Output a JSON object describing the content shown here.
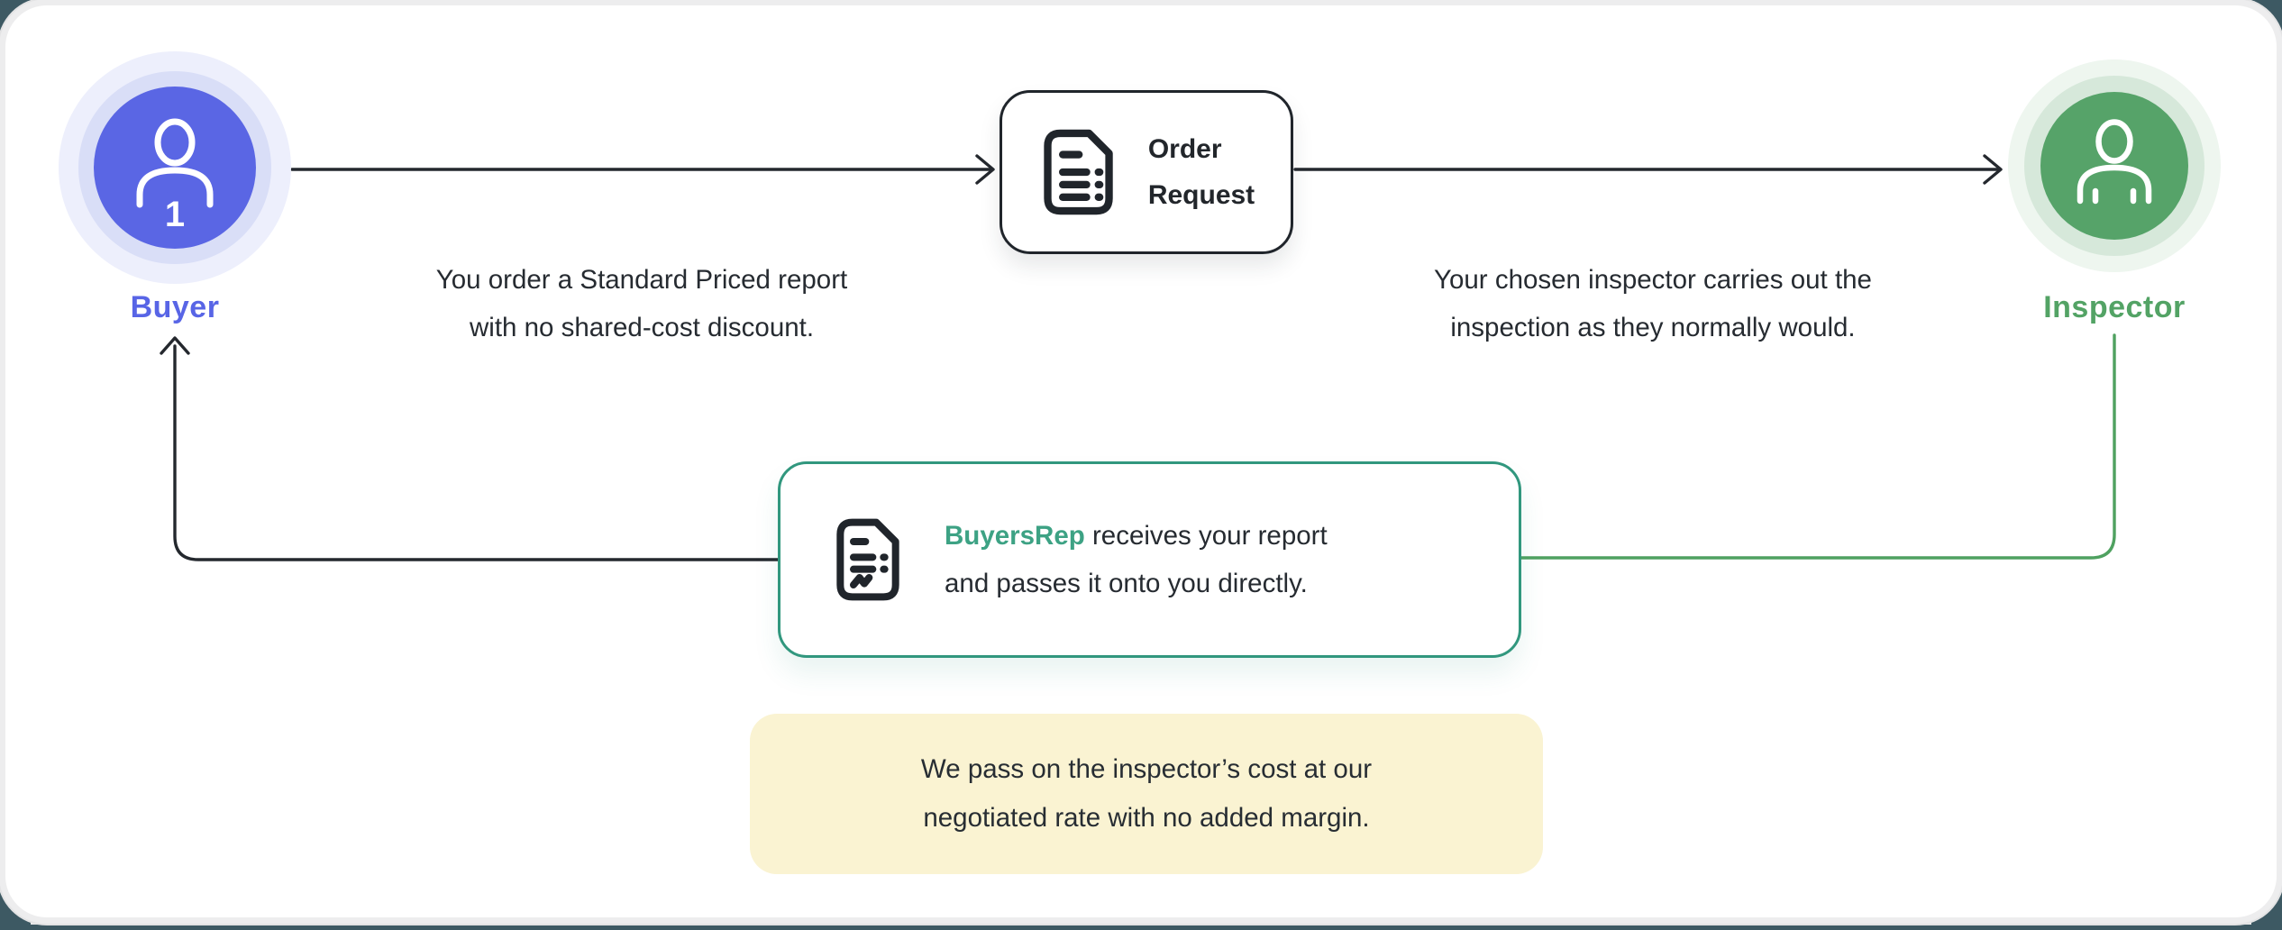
{
  "canvas": {
    "outer_bg": "#3d5963",
    "card_bg": "#ffffff",
    "bottom_strip_color": "#e9e9ea"
  },
  "buyer": {
    "label": "Buyer",
    "badge": "1",
    "circle_color": "#5a66e4",
    "label_color": "#5865e6",
    "icon": "person-icon"
  },
  "order_box": {
    "lines": [
      "Order",
      "Request"
    ],
    "icon": "document-lines-icon",
    "border_color": "#20252b"
  },
  "inspector": {
    "label": "Inspector",
    "circle_color": "#56a369",
    "label_color": "#53a365",
    "icon": "person-icon"
  },
  "caption_left": {
    "lines": [
      "You order a Standard Priced report",
      "with no shared-cost discount."
    ]
  },
  "caption_right": {
    "lines": [
      "Your chosen inspector carries out the",
      "inspection as they normally would."
    ]
  },
  "report_box": {
    "brand": "BuyersRep",
    "line1_rest": " receives your report",
    "line2": "and passes it onto you directly.",
    "border_color": "#31977e",
    "brand_color": "#3da284",
    "icon": "document-signature-icon"
  },
  "note_box": {
    "bg": "#faf3d2",
    "lines": [
      "We pass on the inspector’s cost at our",
      "negotiated rate with no added margin."
    ]
  },
  "connectors": {
    "line_color": "#24282e",
    "green_line_color": "#4fa160"
  }
}
